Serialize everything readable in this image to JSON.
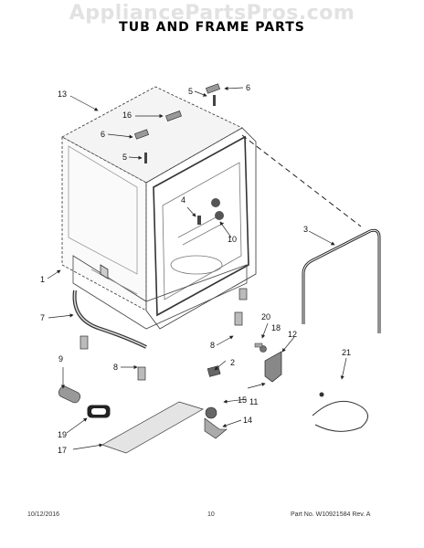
{
  "header": {
    "watermark": "AppliancePartsPros.com",
    "title": "TUB AND FRAME PARTS"
  },
  "callouts": {
    "c1": "1",
    "c2": "2",
    "c3": "3",
    "c4": "4",
    "c5a": "5",
    "c5b": "5",
    "c6a": "6",
    "c6b": "6",
    "c7": "7",
    "c8a": "8",
    "c8b": "8",
    "c9": "9",
    "c10": "10",
    "c11": "11",
    "c12": "12",
    "c13": "13",
    "c14": "14",
    "c15": "15",
    "c16": "16",
    "c17": "17",
    "c18": "18",
    "c19": "19",
    "c20": "20",
    "c21": "21"
  },
  "footer": {
    "date": "10/12/2016",
    "page": "10",
    "part_info": "Part No. W10921584  Rev. A"
  },
  "colors": {
    "line": "#333333",
    "part_fill": "#d9d9d9",
    "dark_part": "#555555",
    "watermark": "#e2e2e2"
  }
}
